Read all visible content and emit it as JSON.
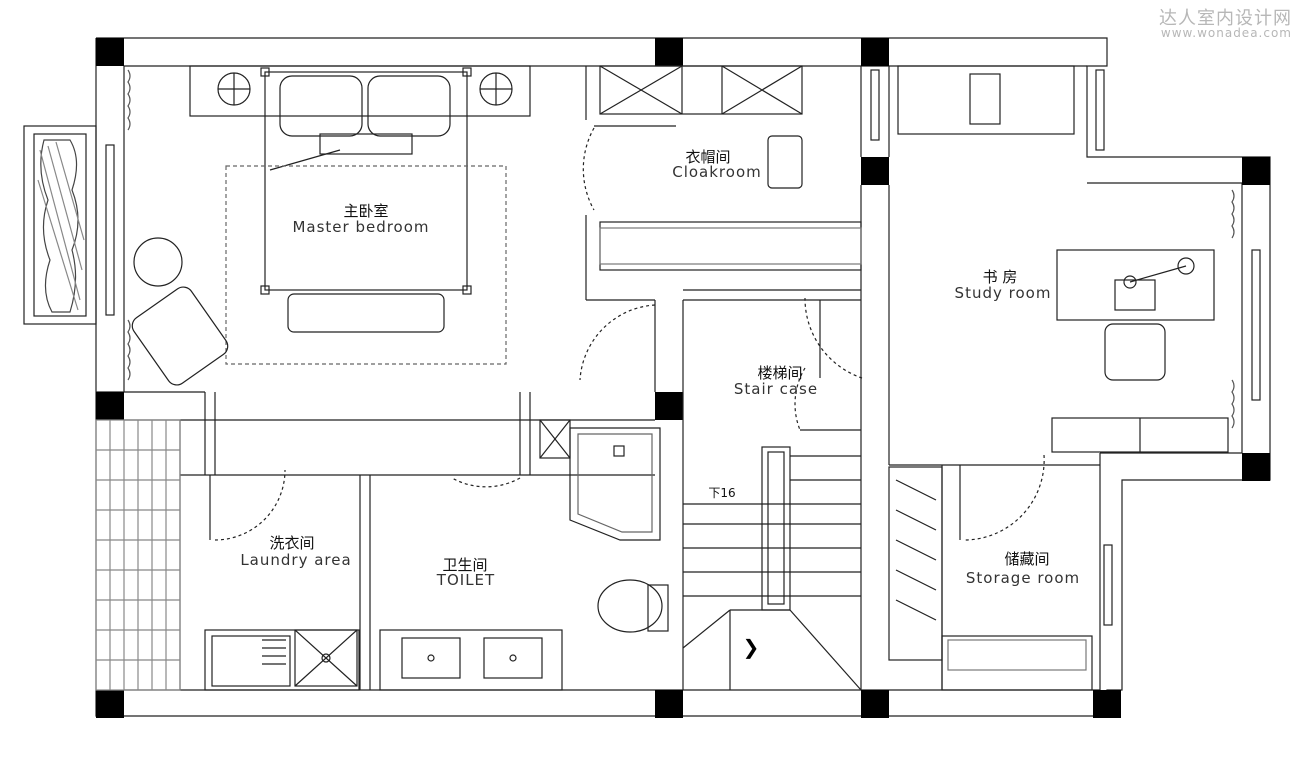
{
  "watermark": {
    "name": "达人室内设计网",
    "url": "www.wonadea.com"
  },
  "rooms": {
    "master_bedroom": {
      "zh": "主卧室",
      "en": "Master bedroom"
    },
    "cloakroom": {
      "zh": "衣帽间",
      "en": "Cloakroom"
    },
    "study": {
      "zh": "书 房",
      "en": "Study room"
    },
    "staircase": {
      "zh": "楼梯间",
      "en": "Stair case"
    },
    "laundry": {
      "zh": "洗衣间",
      "en": "Laundry area"
    },
    "toilet": {
      "zh": "卫生间",
      "en": "TOILET"
    },
    "storage": {
      "zh": "储藏间",
      "en": "Storage room"
    }
  },
  "stair_note": "下16",
  "stair_arrow": "❯"
}
